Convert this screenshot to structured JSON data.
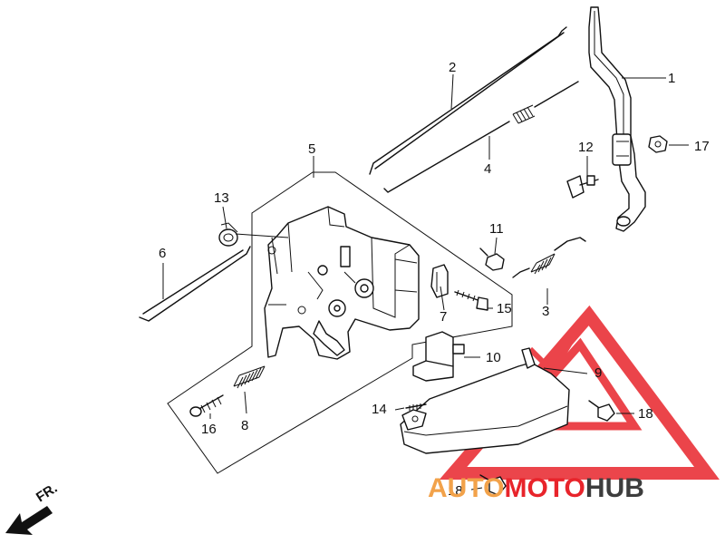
{
  "callouts": {
    "c1": "1",
    "c2": "2",
    "c3": "3",
    "c4": "4",
    "c5": "5",
    "c6": "6",
    "c7": "7",
    "c8": "8",
    "c9": "9",
    "c10": "10",
    "c11": "11",
    "c12": "12",
    "c13": "13",
    "c14": "14",
    "c15": "15",
    "c16": "16",
    "c17": "17",
    "c18a": "18",
    "c18b": "18"
  },
  "front_marker": {
    "label": "FR."
  },
  "watermark": {
    "part_auto": "AUTO",
    "part_moto": "MOTO",
    "part_hub": "HUB",
    "accent_color": "#e8242b",
    "dark_color": "#3d3d3d",
    "soft_color": "#f2a24a"
  }
}
